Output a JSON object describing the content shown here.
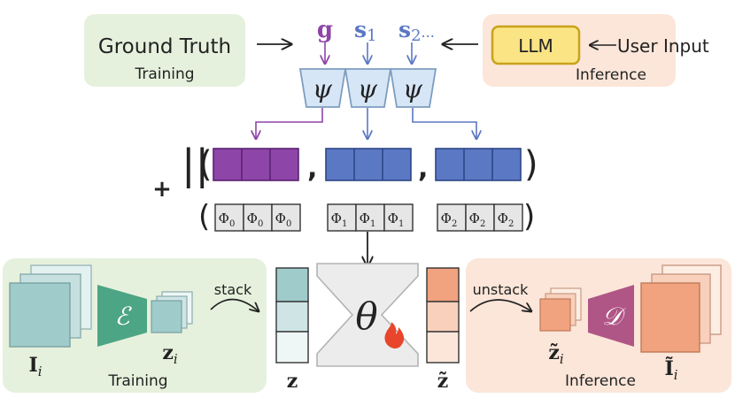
{
  "colors": {
    "green_panel": "#e6f1dd",
    "peach_panel": "#fbe6d9",
    "purple": "#8e45a8",
    "blue": "#5b78c4",
    "psi_fill": "#d6e6f6",
    "psi_stroke": "#7d9dc0",
    "llm_fill": "#fbe484",
    "llm_stroke": "#c9a21a",
    "teal_image": "#9fcbcb",
    "teal_encoder": "#4ca584",
    "salmon_image": "#f1a27e",
    "magenta_decoder": "#b05686",
    "gray_unet": "#ececec",
    "flame": "#e8452c"
  },
  "top": {
    "ground_truth_label": "Ground Truth",
    "ground_truth_sub": "Training",
    "llm_label": "LLM",
    "user_input_label": "User Input",
    "inference_sub": "Inference",
    "g_label": "g",
    "s1_label": "s",
    "s1_sub": "1",
    "s2_label": "s",
    "s2_sub": "2",
    "s2_suffix": "...",
    "psi_symbol": "ψ"
  },
  "concat": {
    "plus": "+",
    "bars": "||",
    "open_paren": "(",
    "close_paren": ")",
    "comma": ","
  },
  "phi": {
    "open_paren": "(",
    "close_paren": ")",
    "groups": [
      {
        "label": "Φ",
        "sub": "0"
      },
      {
        "label": "Φ",
        "sub": "1"
      },
      {
        "label": "Φ",
        "sub": "2"
      }
    ]
  },
  "bottom_left": {
    "image_label": "I",
    "image_sub": "i",
    "encoder_symbol": "ℰ",
    "latent_label": "z",
    "latent_sub": "i",
    "stack_label": "stack",
    "training_label": "Training"
  },
  "center": {
    "theta_symbol": "θ",
    "z_label": "z",
    "z_tilde_label": "z̃"
  },
  "bottom_right": {
    "unstack_label": "unstack",
    "decoder_symbol": "𝒟",
    "latent_label": "z̃",
    "latent_sub": "i",
    "image_label": "Ĩ",
    "image_sub": "i",
    "inference_label": "Inference"
  }
}
